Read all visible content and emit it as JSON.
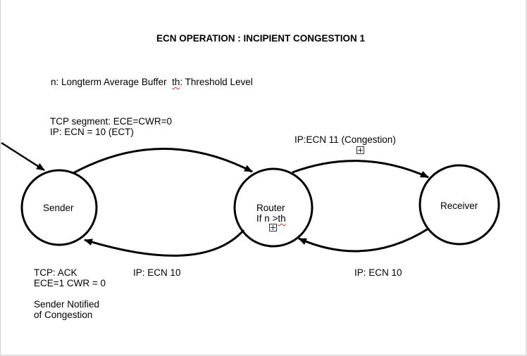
{
  "title": "ECN OPERATION : INCIPIENT CONGESTION 1",
  "legend": {
    "n_part": "n: Longterm Average Buffer",
    "th_abbr": "th",
    "th_rest": ": Threshold Level"
  },
  "nodes": {
    "sender": "Sender",
    "router": "Router",
    "router_cond_prefix": "If n >",
    "router_cond_th": "th",
    "receiver": "Receiver"
  },
  "labels": {
    "tcp_segment": "TCP segment: ECE=CWR=0",
    "ip_ect": "IP: ECN = 10 (ECT)",
    "ip_congestion": "IP:ECN 11 (Congestion)",
    "ip_ecn10_left": "IP: ECN 10",
    "ip_ecn10_right": "IP: ECN 10",
    "tcp_ack": "TCP: ACK",
    "ece_cwr": "ECE=1 CWR = 0",
    "sender_notified_1": "Sender Notified",
    "sender_notified_2": "of Congestion"
  },
  "icons": [
    "expand-box-icon",
    "expand-box-icon"
  ],
  "colors": {
    "stroke": "#000000",
    "squiggle": "#e02020"
  }
}
